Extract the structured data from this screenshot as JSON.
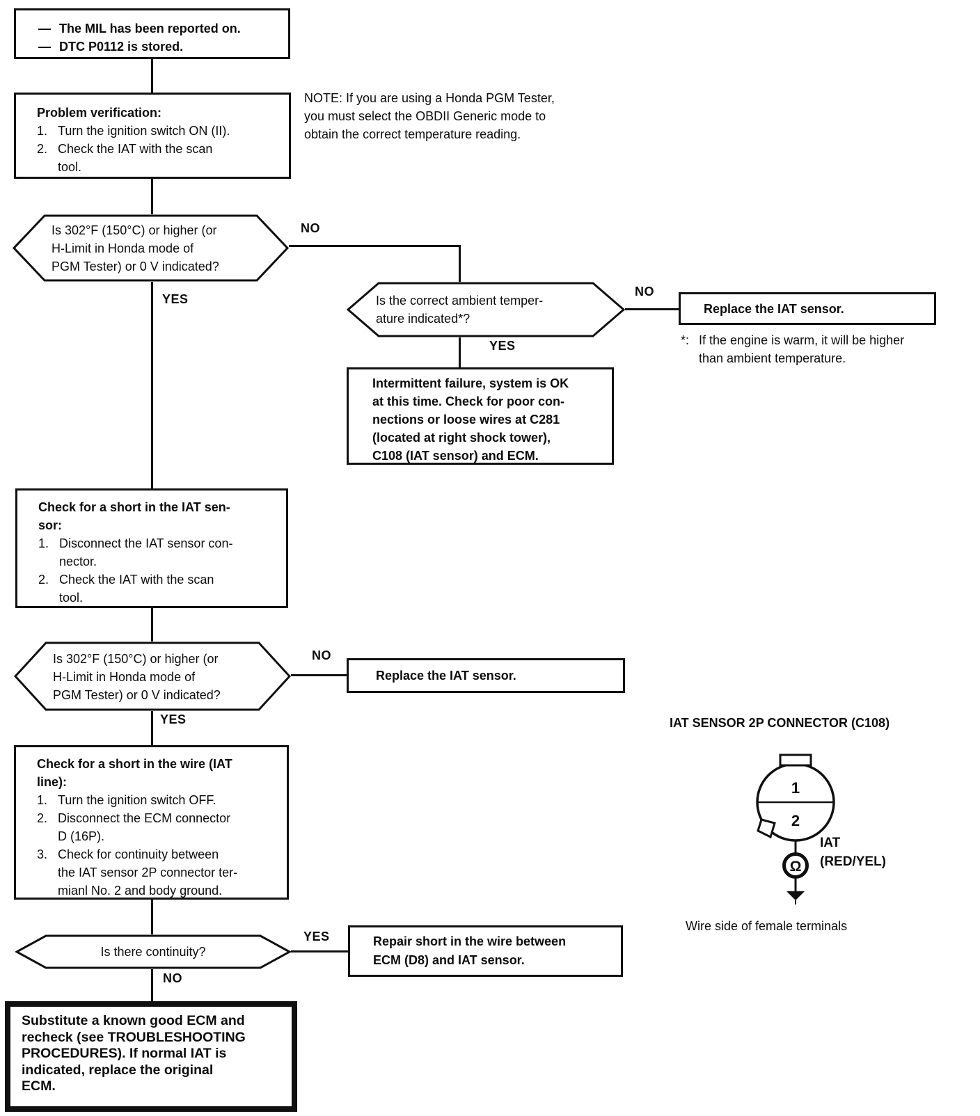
{
  "labels": {
    "yes": "YES",
    "no": "NO"
  },
  "flow": {
    "start": {
      "lines": [
        {
          "marker": "—",
          "text": "The MIL has been reported on."
        },
        {
          "marker": "—",
          "text": "DTC P0112 is stored."
        }
      ]
    },
    "note": "NOTE:  If you are using a Honda PGM Tester,\nyou must select the OBDII Generic mode to\nobtain the correct temperature reading.",
    "problem_verification": {
      "title": "Problem verification:",
      "items": [
        {
          "num": "1.",
          "text": "Turn the ignition switch ON (II)."
        },
        {
          "num": "2.",
          "text": "Check the IAT with the scan\ntool."
        }
      ]
    },
    "decision_temp_1": "Is 302°F (150°C) or higher (or\nH-Limit in Honda mode of\nPGM Tester) or 0 V indicated?",
    "decision_ambient": "Is the correct ambient temper-\nature indicated*?",
    "replace_iat_1": "Replace the IAT sensor.",
    "footnote": {
      "marker": "*:",
      "text": "If the engine is warm, it will be higher\nthan ambient temperature."
    },
    "intermittent": "Intermittent failure, system is OK\nat this time. Check for poor con-\nnections or loose wires at C281\n(located at right shock tower),\nC108 (IAT sensor) and ECM.",
    "check_short_sensor": {
      "title": "Check for a short in the IAT sen-\nsor:",
      "items": [
        {
          "num": "1.",
          "text": "Disconnect the IAT sensor con-\nnector."
        },
        {
          "num": "2.",
          "text": "Check the IAT with the scan\ntool."
        }
      ]
    },
    "decision_temp_2": "Is 302°F (150°C) or higher (or\nH-Limit in Honda mode of\nPGM Tester) or 0 V indicated?",
    "replace_iat_2": "Replace the IAT sensor.",
    "check_short_wire": {
      "title": "Check for a short in the wire (IAT\nline):",
      "items": [
        {
          "num": "1.",
          "text": "Turn the ignition switch OFF."
        },
        {
          "num": "2.",
          "text": "Disconnect the ECM connector\nD (16P)."
        },
        {
          "num": "3.",
          "text": "Check for continuity between\nthe IAT sensor 2P connector ter-\nmianl No. 2 and body ground."
        }
      ]
    },
    "decision_continuity": "Is there continuity?",
    "repair_short": "Repair short in the wire between\nECM (D8) and IAT sensor.",
    "substitute_ecm": "Substitute a known good ECM and\nrecheck (see TROUBLESHOOTING\nPROCEDURES).  If normal IAT is\nindicated, replace the original\nECM."
  },
  "connector": {
    "heading": "IAT SENSOR 2P CONNECTOR (C108)",
    "pin1": "1",
    "pin2": "2",
    "ohm": "Ω",
    "sensor_label": "IAT",
    "wire_color": "(RED/YEL)",
    "caption": "Wire side of female terminals"
  },
  "colors": {
    "ink": "#101010",
    "paper": "#ffffff"
  }
}
